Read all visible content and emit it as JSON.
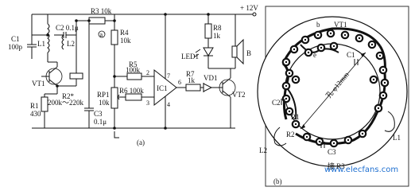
{
  "circuit": {
    "supply_label": "+ 12V",
    "components": {
      "r3": "R3 10k",
      "r4": "R4",
      "r4_value": "10k",
      "r5": "R5",
      "r5_value": "100k",
      "r6": "R6 100k",
      "rp1": "RP1",
      "rp1_value": "10k",
      "r7": "R7",
      "r7_value": "1k",
      "r8": "R8",
      "r8_value": "1k",
      "c1": "C1",
      "c1_value": "100p",
      "c2": "C2 0.1μ",
      "c3": "C3",
      "c3_value": "0.1μ",
      "l1": "L1",
      "l2": "L2",
      "vt1": "VT1",
      "vt2": "VT2",
      "r1": "R1",
      "r1_value": "430",
      "r2": "R2*",
      "r2_value": "200k～220k",
      "ic1": "IC1",
      "vd1": "VD1",
      "led1": "LED1",
      "speaker": "B",
      "node_a": "a",
      "pin2": "2",
      "pin3": "3",
      "pin4": "4",
      "pin6": "6",
      "pin7": "7"
    },
    "caption": "(a)"
  },
  "pcb": {
    "label_b": "b",
    "label_vt1": "VT1",
    "label_e": "e",
    "label_c1": "C1",
    "label_c2": "C2",
    "label_r1": "R1",
    "label_r2": "R2",
    "label_l1": "L1",
    "label_l2": "L2",
    "label_c3": "C3",
    "label_r3": "接 R3",
    "label_hole": "孔 φ12mm",
    "caption": "(b)"
  },
  "watermark": "www.elecfans.com"
}
